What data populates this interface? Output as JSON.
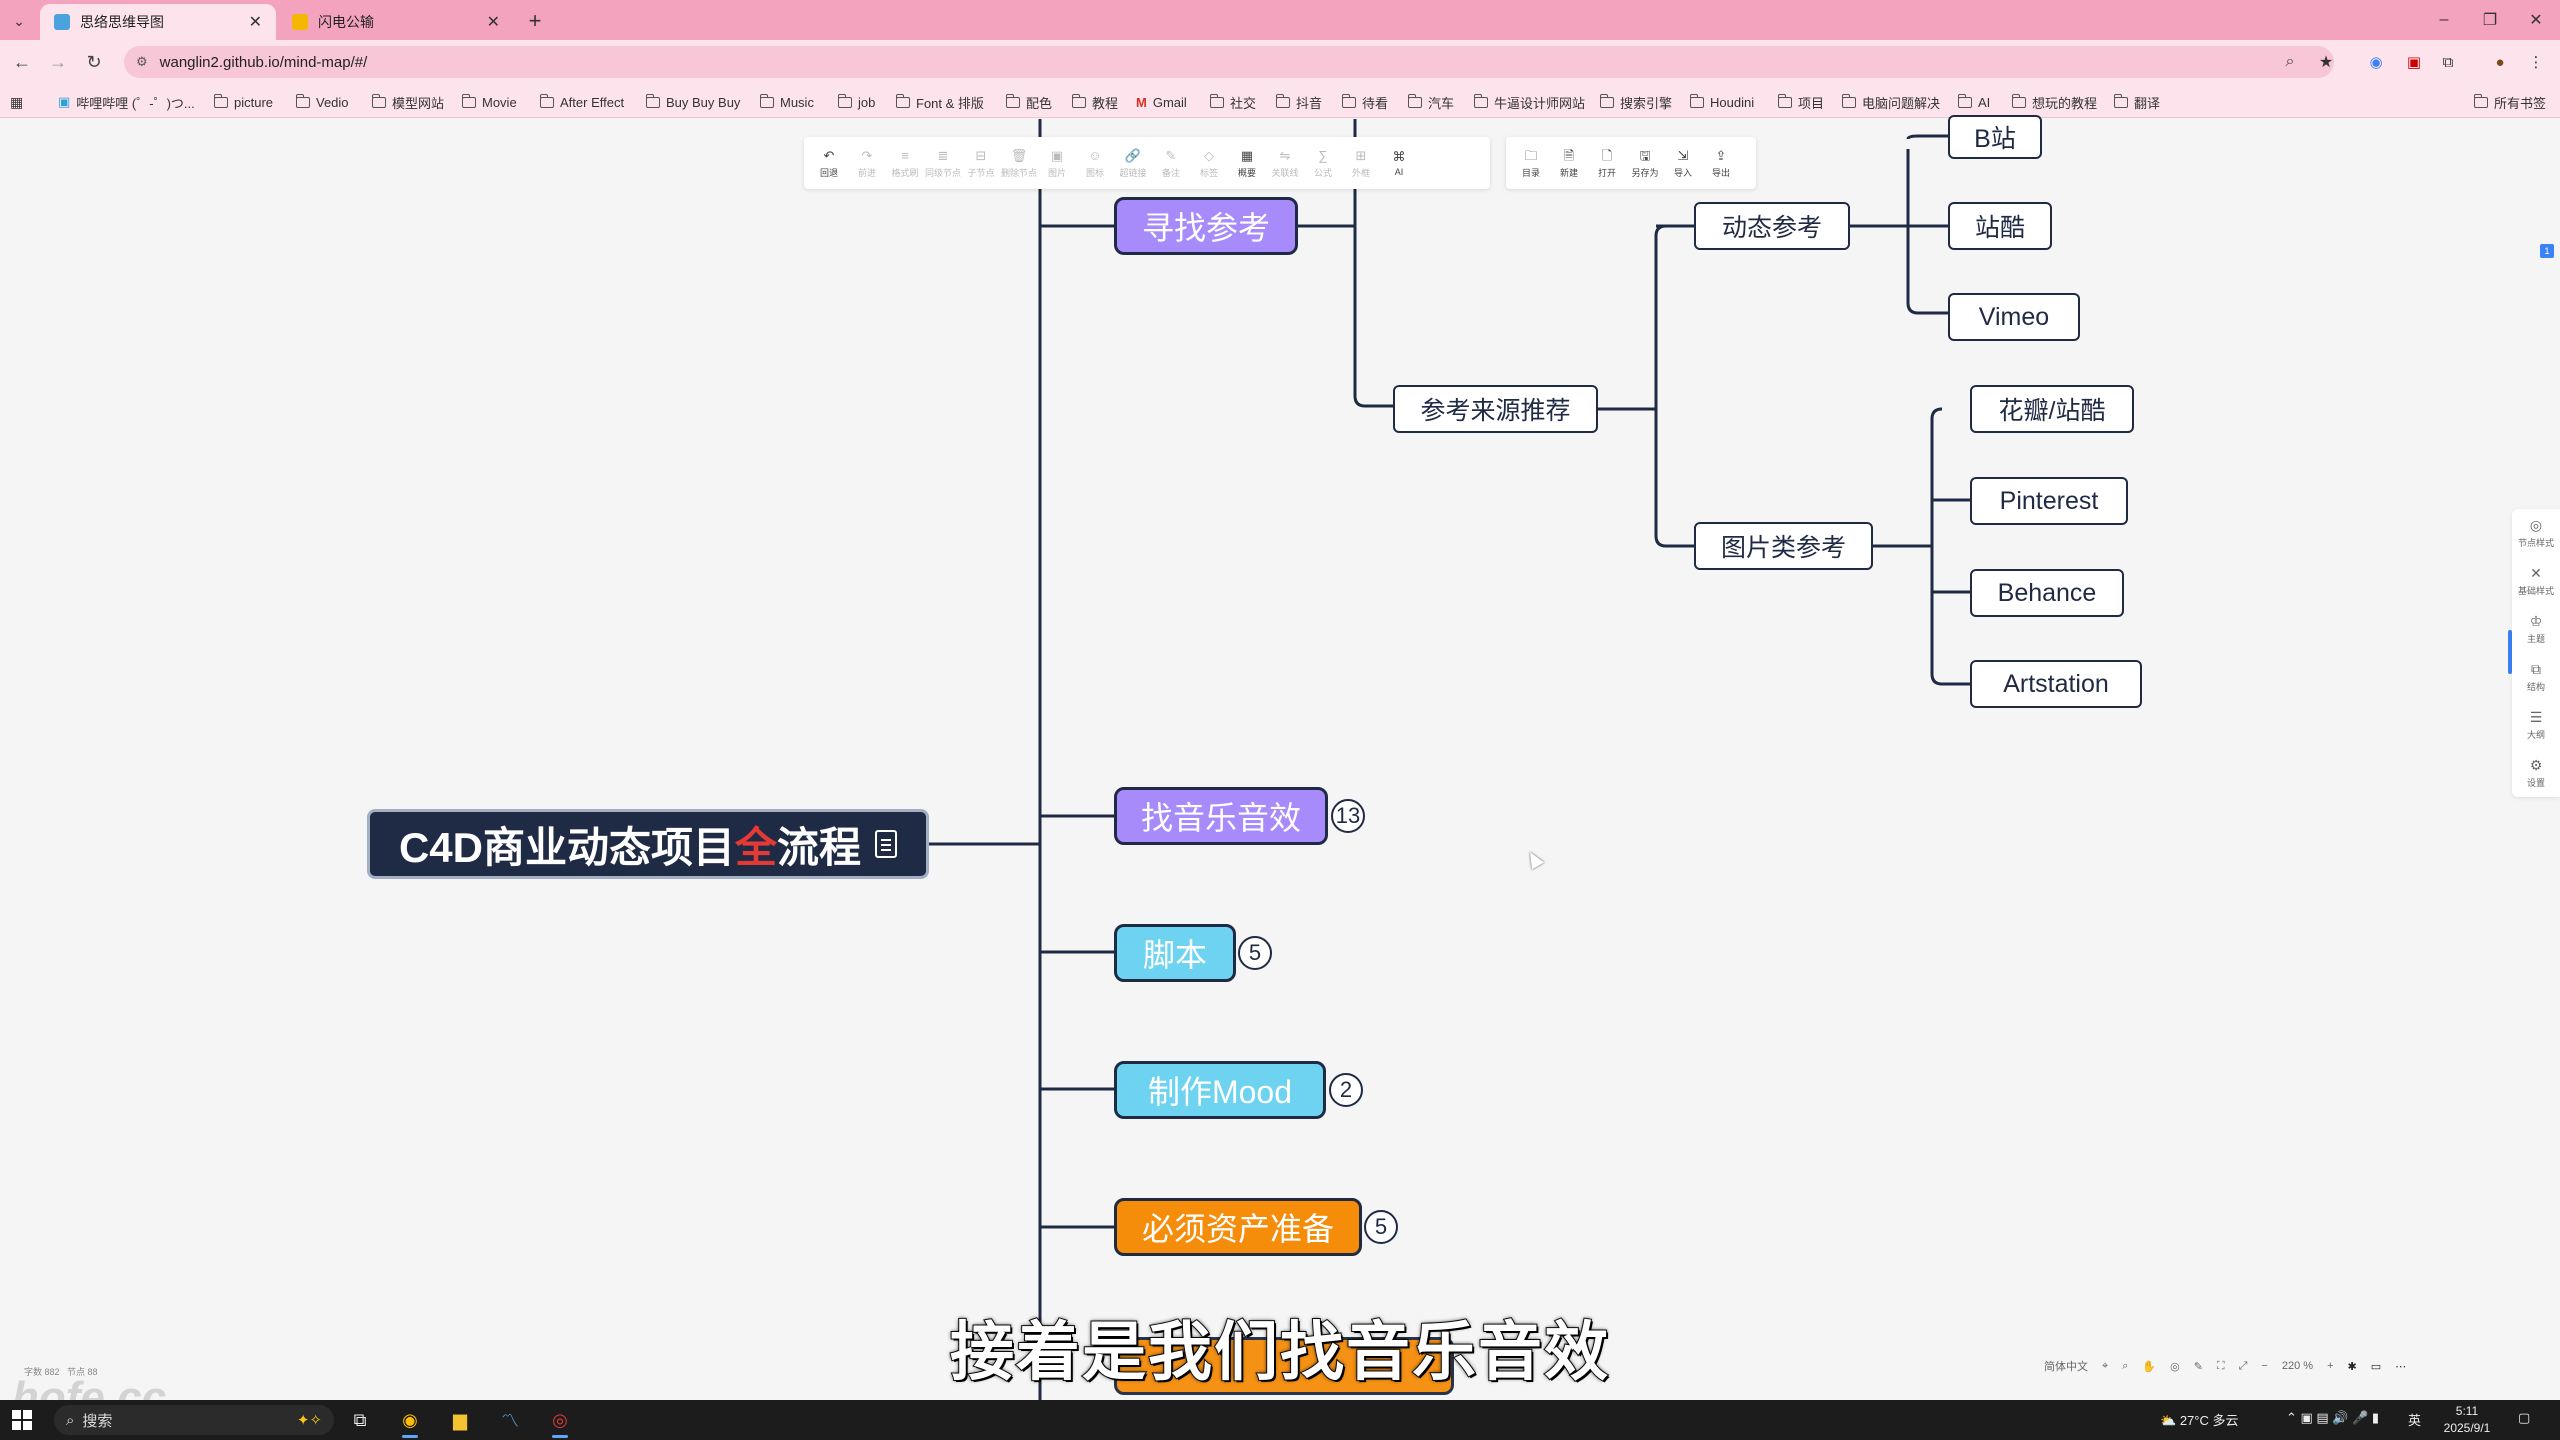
{
  "browser": {
    "tabs": [
      {
        "title": "思络思维导图",
        "active": true,
        "favicon_color": "#4aa3df"
      },
      {
        "title": "闪电公输",
        "active": false,
        "favicon_color": "#f5b800"
      }
    ],
    "new_tab": "+",
    "window_controls": {
      "minimize": "–",
      "maximize": "❐",
      "close": "✕"
    },
    "url": "wanglin2.github.io/mind-map/#/",
    "bookmarks": [
      "哔哩哔哩 (゜-゜)つ...",
      "picture",
      "Vedio",
      "模型网站",
      "Movie",
      "After Effect",
      "Buy Buy Buy",
      "Music",
      "job",
      "Font & 排版",
      "配色",
      "教程",
      "Gmail",
      "社交",
      "抖音",
      "待看",
      "汽车",
      "牛逼设计师网站",
      "搜索引擎",
      "Houdini",
      "项目",
      "电脑问题解决",
      "AI",
      "想玩的教程",
      "翻译"
    ],
    "all_bookmarks": "所有书签"
  },
  "toolbar_left": [
    {
      "icon": "↶",
      "label": "回退",
      "on": true
    },
    {
      "icon": "↷",
      "label": "前进",
      "on": true
    },
    {
      "icon": "≡",
      "label": "格式刷",
      "on": false
    },
    {
      "icon": "≣",
      "label": "同级节点",
      "on": false
    },
    {
      "icon": "⊟",
      "label": "子节点",
      "on": false
    },
    {
      "icon": "🗑",
      "label": "删除节点",
      "on": false
    },
    {
      "icon": "▣",
      "label": "图片",
      "on": false
    },
    {
      "icon": "☺",
      "label": "图标",
      "on": false
    },
    {
      "icon": "🔗",
      "label": "超链接",
      "on": false
    },
    {
      "icon": "✎",
      "label": "备注",
      "on": false
    },
    {
      "icon": "◇",
      "label": "标签",
      "on": false
    },
    {
      "icon": "▦",
      "label": "概要",
      "on": true
    },
    {
      "icon": "⇋",
      "label": "关联线",
      "on": false
    },
    {
      "icon": "∑",
      "label": "公式",
      "on": false
    },
    {
      "icon": "⊞",
      "label": "外框",
      "on": false
    },
    {
      "icon": "⌘",
      "label": "AI",
      "on": true
    }
  ],
  "toolbar_right": [
    {
      "icon": "🗀",
      "label": "目录"
    },
    {
      "icon": "🗎",
      "label": "新建"
    },
    {
      "icon": "🗋",
      "label": "打开"
    },
    {
      "icon": "🖫",
      "label": "另存为"
    },
    {
      "icon": "⇲",
      "label": "导入"
    },
    {
      "icon": "⇪",
      "label": "导出"
    }
  ],
  "mindmap": {
    "root": {
      "prefix": "C4D商业动态项目",
      "highlight": "全",
      "suffix": "流程"
    },
    "level1": [
      {
        "text": "寻找参考",
        "color": "purple"
      },
      {
        "text": "找音乐音效",
        "color": "purple",
        "count": "13"
      },
      {
        "text": "脚本",
        "color": "cyan",
        "count": "5"
      },
      {
        "text": "制作Mood",
        "color": "cyan",
        "count": "2"
      },
      {
        "text": "必须资产准备",
        "color": "orange",
        "count": "5"
      }
    ],
    "level2": {
      "text": "参考来源推荐"
    },
    "level3": [
      {
        "text": "动态参考"
      },
      {
        "text": "图片类参考"
      }
    ],
    "level4_dynamic": [
      {
        "text": "B站"
      },
      {
        "text": "站酷"
      },
      {
        "text": "Vimeo"
      }
    ],
    "level4_image": [
      {
        "text": "花瓣/站酷"
      },
      {
        "text": "Pinterest"
      },
      {
        "text": "Behance"
      },
      {
        "text": "Artstation"
      }
    ]
  },
  "side_panel": [
    {
      "icon": "◎",
      "label": "节点样式"
    },
    {
      "icon": "✕",
      "label": "基础样式"
    },
    {
      "icon": "♔",
      "label": "主题"
    },
    {
      "icon": "⧉",
      "label": "结构"
    },
    {
      "icon": "☰",
      "label": "大纲"
    },
    {
      "icon": "⚙",
      "label": "设置"
    }
  ],
  "status": {
    "words": "字数 882",
    "nodes": "节点 88",
    "zoom": "220 %",
    "language": "简体中文"
  },
  "subtitle": "接着是我们找音乐音效",
  "watermark": "hofe.cc",
  "taskbar": {
    "search": "搜索",
    "weather": "27°C 多云",
    "ime": "英",
    "time": "5:11",
    "date": "2025/9/1"
  },
  "colors": {
    "purple": "#a78bfa",
    "cyan": "#6ed3f0",
    "orange": "#f58c0a",
    "root_bg": "#1f2a44",
    "line": "#1f2a44",
    "browser_pink": "#f4a3bf"
  }
}
